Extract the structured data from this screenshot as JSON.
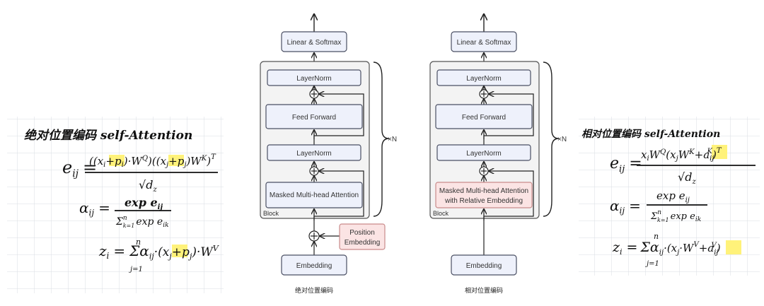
{
  "colors": {
    "box_fill": "#eef1fb",
    "box_stroke": "#4a4f63",
    "block_fill": "#f3f3f3",
    "pink_fill": "#fbe4e4",
    "pink_stroke": "#c98a8a",
    "highlight": "#fff27a",
    "grid": "#d9dde3"
  },
  "left_note": {
    "title": "绝对位置编码 self-Attention",
    "eq1_lhs": "e",
    "eq1_lhs_sub": "ij",
    "eq1_eq": "=",
    "eq1_num_a": "((x",
    "eq1_num_a_sub": "i",
    "eq1_num_b": "+",
    "eq1_num_p1": "p",
    "eq1_num_p1_sub": "i",
    "eq1_num_c": ")·W",
    "eq1_num_c_sup": "Q",
    "eq1_num_d": ")((x",
    "eq1_num_d_sub": "j",
    "eq1_num_e": "+",
    "eq1_num_p2": "p",
    "eq1_num_p2_sub": "j",
    "eq1_num_f": ")W",
    "eq1_num_f_sup": "K",
    "eq1_num_g": ")",
    "eq1_num_g_sup": "T",
    "eq1_den": "√d",
    "eq1_den_sub": "z",
    "eq2_lhs": "α",
    "eq2_lhs_sub": "ij",
    "eq2_eq": "=",
    "eq2_num": "exp e",
    "eq2_num_sub": "ij",
    "eq2_den": "Σ",
    "eq2_den_sup": "n",
    "eq2_den_sub": "k=1",
    "eq2_den_b": "exp e",
    "eq2_den_b_sub": "ik",
    "eq3_lhs": "z",
    "eq3_lhs_sub": "i",
    "eq3_eq": "=",
    "eq3_sum": "Σ",
    "eq3_sum_sup": "n",
    "eq3_sum_sub": "j=1",
    "eq3_a": "α",
    "eq3_a_sub": "ij",
    "eq3_b": "·(x",
    "eq3_b_sub": "j",
    "eq3_c": "+",
    "eq3_p": "p",
    "eq3_p_sub": "j",
    "eq3_d": ")·W",
    "eq3_d_sup": "V"
  },
  "right_note": {
    "title": "相对位置编码 self-Attention",
    "eq1_lhs": "e",
    "eq1_lhs_sub": "ij",
    "eq1_eq": "=",
    "eq1_num_a": "x",
    "eq1_num_a_sub": "i",
    "eq1_num_b": "W",
    "eq1_num_b_sup": "Q",
    "eq1_num_c": "(x",
    "eq1_num_c_sub": "j",
    "eq1_num_d": "W",
    "eq1_num_d_sup": "K",
    "eq1_num_e": "+",
    "eq1_num_f": "a",
    "eq1_num_f_sub": "ij",
    "eq1_num_f_sup": "K",
    "eq1_num_g": ")",
    "eq1_num_g_sup": "T",
    "eq1_den": "√d",
    "eq1_den_sub": "z",
    "eq2_lhs": "α",
    "eq2_lhs_sub": "ij",
    "eq2_eq": "=",
    "eq2_num": "exp e",
    "eq2_num_sub": "ij",
    "eq2_den": "Σ",
    "eq2_den_sup": "n",
    "eq2_den_sub": "k=1",
    "eq2_den_b": "exp e",
    "eq2_den_b_sub": "ik",
    "eq3_lhs": "z",
    "eq3_lhs_sub": "i",
    "eq3_eq": "=",
    "eq3_sum": "Σ",
    "eq3_sum_sup": "n",
    "eq3_sum_sub": "j=1",
    "eq3_a": "α",
    "eq3_a_sub": "ij",
    "eq3_b": "·(x",
    "eq3_b_sub": "j",
    "eq3_c": "·W",
    "eq3_c_sup": "V",
    "eq3_d": "+",
    "eq3_e": "a",
    "eq3_e_sub": "ij",
    "eq3_e_sup": "V",
    "eq3_f": ")"
  },
  "diagram_left": {
    "linear_softmax": "Linear & Softmax",
    "layernorm_top": "LayerNorm",
    "feed_forward": "Feed Forward",
    "layernorm_mid": "LayerNorm",
    "attention_line1": "Masked Multi-head Attention",
    "block_label": "Block",
    "repeat": "×N",
    "position_line1": "Position",
    "position_line2": "Embedding",
    "embedding": "Embedding",
    "caption": "绝对位置编码"
  },
  "diagram_right": {
    "linear_softmax": "Linear & Softmax",
    "layernorm_top": "LayerNorm",
    "feed_forward": "Feed Forward",
    "layernorm_mid": "LayerNorm",
    "attention_line1": "Masked Multi-head Attention",
    "attention_line2": "with Relative Embedding",
    "block_label": "Block",
    "repeat": "×N",
    "embedding": "Embedding",
    "caption": "相对位置编码"
  }
}
